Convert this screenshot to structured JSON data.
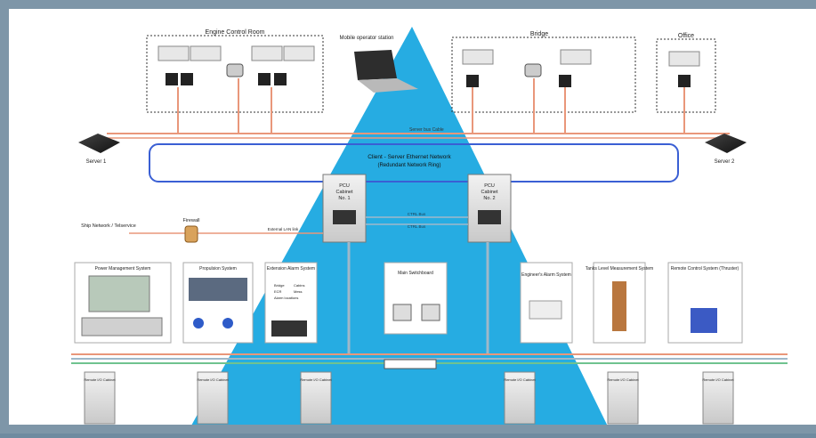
{
  "zones": {
    "engine_control_room": "Engine Control Room",
    "bridge": "Bridge",
    "office": "Office",
    "mobile_station": "Mobile operator station"
  },
  "servers": {
    "server1": "Server 1",
    "server2": "Server 2",
    "bus_label": "Server bus  Cable"
  },
  "network": {
    "ring_line1": "Client - Server Ethernet Network",
    "ring_line2": "(Redundant Network Ring)"
  },
  "pcu": {
    "cab1_line1": "PCU",
    "cab1_line2": "Cabinet",
    "cab1_line3": "No. 1",
    "cab2_line1": "PCU",
    "cab2_line2": "Cabinet",
    "cab2_line3": "No. 2",
    "link1": "CTRL Bus",
    "link2": "CTRL Bus"
  },
  "external": {
    "ship_network": "Ship Network / Telservice",
    "firewall": "Firewall",
    "external_link": "External LAN link"
  },
  "systems": [
    {
      "label": "Power Management System"
    },
    {
      "label": "Propulsion System"
    },
    {
      "label": "Extension Alarm System"
    },
    {
      "label": "Main Switchboard"
    },
    {
      "label": "Engineer's Alarm System"
    },
    {
      "label": "Tanks Level Measurement System"
    },
    {
      "label": "Remote Control System (Thruster)"
    }
  ],
  "extension_notes": [
    "Bridge",
    "Cabins",
    "ECR",
    "Mess",
    "Alarm locations"
  ],
  "remote_cabinets": [
    "Remote I/O Cabinet",
    "Remote I/O Cabinet",
    "Remote I/O Cabinet",
    "Remote I/O Cabinet",
    "Remote I/O Cabinet",
    "Remote I/O Cabinet"
  ],
  "colors": {
    "highlight": "#14a5e0",
    "bus_orange": "#e9977a",
    "bus_green": "#6fc38f",
    "ring_blue": "#3a5fd4",
    "backdrop": "#6f8ba0"
  }
}
